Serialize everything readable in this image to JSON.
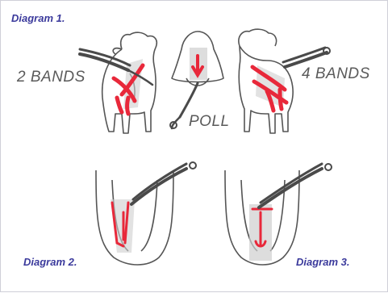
{
  "labels": {
    "diagram1": "Diagram 1.",
    "diagram2": "Diagram 2.",
    "diagram3": "Diagram 3.",
    "two_bands": "2 BANDS",
    "four_bands": "4 BANDS",
    "poll": "POLL"
  },
  "colors": {
    "caption": "#3b3a9c",
    "label": "#5a5a5a",
    "outline": "#555555",
    "band": "#e8283a",
    "shade": "#cfcfcf",
    "tool": "#4a4a4a"
  }
}
